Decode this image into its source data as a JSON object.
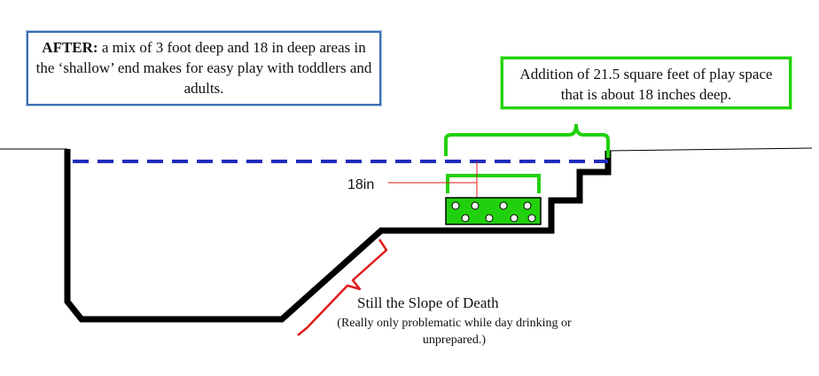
{
  "after_callout": {
    "lead": "AFTER:",
    "text": "a mix of 3 foot deep and 18 in deep areas in the ‘shallow’ end makes for easy play with toddlers and adults."
  },
  "addition_callout": {
    "text": "Addition of 21.5 square feet of play space that is about 18 inches deep."
  },
  "depth_label": "18in",
  "slope": {
    "title": "Still the Slope of Death",
    "note": "(Really only problematic while day drinking or unprepared.)"
  },
  "colors": {
    "pool_wall": "#000000",
    "water_line": "#1f2dbd",
    "bench": "#22d10d",
    "bracket_green": "#22d10d",
    "bracket_red": "#e01b1b",
    "after_border": "#3d6fb0"
  }
}
